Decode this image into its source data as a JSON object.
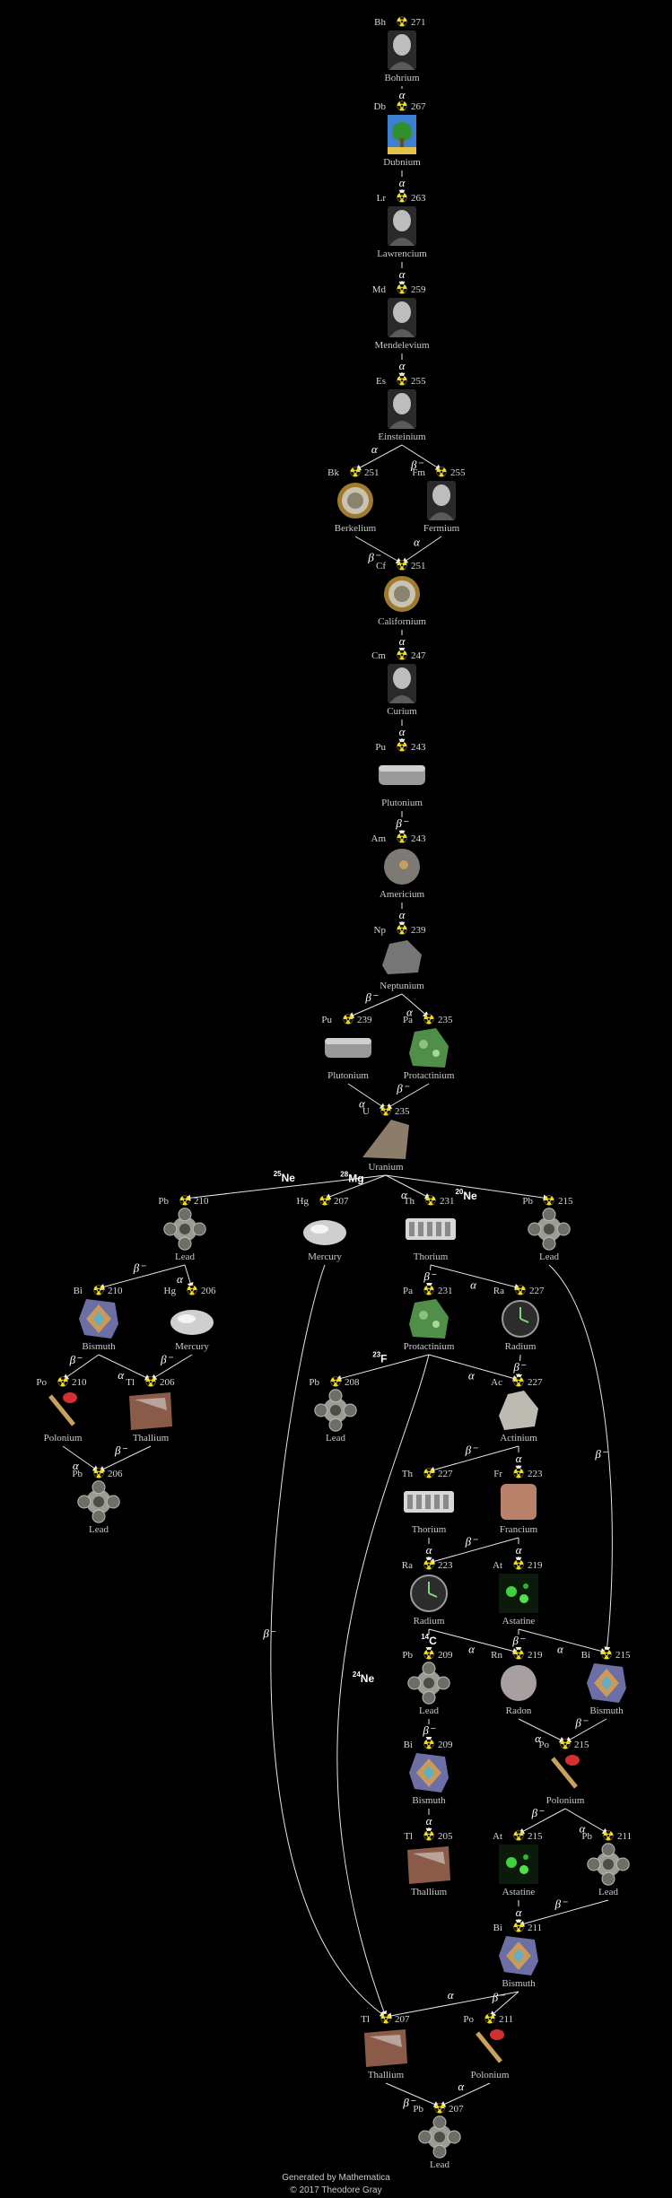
{
  "nodes": [
    {
      "id": "bh271",
      "sym": "Bh",
      "mass": "271",
      "name": "Bohrium",
      "img": "portrait"
    },
    {
      "id": "db267",
      "sym": "Db",
      "mass": "267",
      "name": "Dubnium",
      "img": "crest"
    },
    {
      "id": "lr263",
      "sym": "Lr",
      "mass": "263",
      "name": "Lawrencium",
      "img": "portrait"
    },
    {
      "id": "md259",
      "sym": "Md",
      "mass": "259",
      "name": "Mendelevium",
      "img": "portrait"
    },
    {
      "id": "es255",
      "sym": "Es",
      "mass": "255",
      "name": "Einsteinium",
      "img": "portrait"
    },
    {
      "id": "bk251",
      "sym": "Bk",
      "mass": "251",
      "name": "Berkelium",
      "img": "coin"
    },
    {
      "id": "fm255",
      "sym": "Fm",
      "mass": "255",
      "name": "Fermium",
      "img": "portrait"
    },
    {
      "id": "cf251",
      "sym": "Cf",
      "mass": "251",
      "name": "Californium",
      "img": "coin"
    },
    {
      "id": "cm247",
      "sym": "Cm",
      "mass": "247",
      "name": "Curium",
      "img": "portrait"
    },
    {
      "id": "pu243",
      "sym": "Pu",
      "mass": "243",
      "name": "Plutonium",
      "img": "cylinder"
    },
    {
      "id": "am243",
      "sym": "Am",
      "mass": "243",
      "name": "Americium",
      "img": "disc"
    },
    {
      "id": "np239",
      "sym": "Np",
      "mass": "239",
      "name": "Neptunium",
      "img": "rock"
    },
    {
      "id": "pu239",
      "sym": "Pu",
      "mass": "239",
      "name": "Plutonium",
      "img": "cylinder"
    },
    {
      "id": "pa235",
      "sym": "Pa",
      "mass": "235",
      "name": "Protactinium",
      "img": "green"
    },
    {
      "id": "u235",
      "sym": "U",
      "mass": "235",
      "name": "Uranium",
      "img": "wedge"
    },
    {
      "id": "pb210",
      "sym": "Pb",
      "mass": "210",
      "name": "Lead",
      "img": "lead"
    },
    {
      "id": "hg207",
      "sym": "Hg",
      "mass": "207",
      "name": "Mercury",
      "img": "mercury"
    },
    {
      "id": "th231",
      "sym": "Th",
      "mass": "231",
      "name": "Thorium",
      "img": "thorium"
    },
    {
      "id": "pb215",
      "sym": "Pb",
      "mass": "215",
      "name": "Lead",
      "img": "lead"
    },
    {
      "id": "bi210",
      "sym": "Bi",
      "mass": "210",
      "name": "Bismuth",
      "img": "bismuth"
    },
    {
      "id": "hg206",
      "sym": "Hg",
      "mass": "206",
      "name": "Mercury",
      "img": "mercury"
    },
    {
      "id": "pa231",
      "sym": "Pa",
      "mass": "231",
      "name": "Protactinium",
      "img": "green"
    },
    {
      "id": "ra227",
      "sym": "Ra",
      "mass": "227",
      "name": "Radium",
      "img": "watch"
    },
    {
      "id": "po210",
      "sym": "Po",
      "mass": "210",
      "name": "Polonium",
      "img": "brush"
    },
    {
      "id": "tl206",
      "sym": "Tl",
      "mass": "206",
      "name": "Thallium",
      "img": "slab"
    },
    {
      "id": "pb208",
      "sym": "Pb",
      "mass": "208",
      "name": "Lead",
      "img": "lead"
    },
    {
      "id": "ac227",
      "sym": "Ac",
      "mass": "227",
      "name": "Actinium",
      "img": "crystal"
    },
    {
      "id": "pb206",
      "sym": "Pb",
      "mass": "206",
      "name": "Lead",
      "img": "lead"
    },
    {
      "id": "th227",
      "sym": "Th",
      "mass": "227",
      "name": "Thorium",
      "img": "thorium"
    },
    {
      "id": "fr223",
      "sym": "Fr",
      "mass": "223",
      "name": "Francium",
      "img": "francium"
    },
    {
      "id": "ra223",
      "sym": "Ra",
      "mass": "223",
      "name": "Radium",
      "img": "watch"
    },
    {
      "id": "at219",
      "sym": "At",
      "mass": "219",
      "name": "Astatine",
      "img": "astatine"
    },
    {
      "id": "pb209",
      "sym": "Pb",
      "mass": "209",
      "name": "Lead",
      "img": "lead"
    },
    {
      "id": "rn219",
      "sym": "Rn",
      "mass": "219",
      "name": "Radon",
      "img": "radon"
    },
    {
      "id": "bi215",
      "sym": "Bi",
      "mass": "215",
      "name": "Bismuth",
      "img": "bismuth"
    },
    {
      "id": "bi209",
      "sym": "Bi",
      "mass": "209",
      "name": "Bismuth",
      "img": "bismuth"
    },
    {
      "id": "po215",
      "sym": "Po",
      "mass": "215",
      "name": "Polonium",
      "img": "brush"
    },
    {
      "id": "tl205",
      "sym": "Tl",
      "mass": "205",
      "name": "Thallium",
      "img": "slab"
    },
    {
      "id": "at215",
      "sym": "At",
      "mass": "215",
      "name": "Astatine",
      "img": "astatine"
    },
    {
      "id": "pb211",
      "sym": "Pb",
      "mass": "211",
      "name": "Lead",
      "img": "lead"
    },
    {
      "id": "bi211",
      "sym": "Bi",
      "mass": "211",
      "name": "Bismuth",
      "img": "bismuth"
    },
    {
      "id": "tl207",
      "sym": "Tl",
      "mass": "207",
      "name": "Thallium",
      "img": "slab"
    },
    {
      "id": "po211",
      "sym": "Po",
      "mass": "211",
      "name": "Polonium",
      "img": "brush"
    },
    {
      "id": "pb207",
      "sym": "Pb",
      "mass": "207",
      "name": "Lead",
      "img": "lead"
    }
  ],
  "edges": [
    {
      "from": "bh271",
      "to": "db267",
      "label": "α"
    },
    {
      "from": "db267",
      "to": "lr263",
      "label": "α"
    },
    {
      "from": "lr263",
      "to": "md259",
      "label": "α"
    },
    {
      "from": "md259",
      "to": "es255",
      "label": "α"
    },
    {
      "from": "es255",
      "to": "bk251",
      "label": "α"
    },
    {
      "from": "es255",
      "to": "fm255",
      "label": "β⁻"
    },
    {
      "from": "bk251",
      "to": "cf251",
      "label": "β⁻"
    },
    {
      "from": "fm255",
      "to": "cf251",
      "label": "α"
    },
    {
      "from": "cf251",
      "to": "cm247",
      "label": "α"
    },
    {
      "from": "cm247",
      "to": "pu243",
      "label": "α"
    },
    {
      "from": "pu243",
      "to": "am243",
      "label": "β⁻"
    },
    {
      "from": "am243",
      "to": "np239",
      "label": "α"
    },
    {
      "from": "np239",
      "to": "pu239",
      "label": "β⁻"
    },
    {
      "from": "np239",
      "to": "pa235",
      "label": "α"
    },
    {
      "from": "pu239",
      "to": "u235",
      "label": "α"
    },
    {
      "from": "pa235",
      "to": "u235",
      "label": "β⁻"
    },
    {
      "from": "u235",
      "to": "pb210",
      "label": "25Ne"
    },
    {
      "from": "u235",
      "to": "hg207",
      "label": "28Mg"
    },
    {
      "from": "u235",
      "to": "th231",
      "label": "α"
    },
    {
      "from": "u235",
      "to": "pb215",
      "label": "20Ne"
    },
    {
      "from": "pb210",
      "to": "bi210",
      "label": "β⁻"
    },
    {
      "from": "pb210",
      "to": "hg206",
      "label": "α"
    },
    {
      "from": "th231",
      "to": "pa231",
      "label": "β⁻"
    },
    {
      "from": "th231",
      "to": "ra227",
      "label": "α"
    },
    {
      "from": "bi210",
      "to": "po210",
      "label": "β⁻"
    },
    {
      "from": "bi210",
      "to": "tl206",
      "label": "α"
    },
    {
      "from": "hg206",
      "to": "tl206",
      "label": "β⁻"
    },
    {
      "from": "pa231",
      "to": "pb208",
      "label": "23F"
    },
    {
      "from": "pa231",
      "to": "ac227",
      "label": "α"
    },
    {
      "from": "ra227",
      "to": "ac227",
      "label": "β⁻"
    },
    {
      "from": "po210",
      "to": "pb206",
      "label": "α"
    },
    {
      "from": "tl206",
      "to": "pb206",
      "label": "β⁻"
    },
    {
      "from": "ac227",
      "to": "th227",
      "label": "β⁻"
    },
    {
      "from": "ac227",
      "to": "fr223",
      "label": "α"
    },
    {
      "from": "th227",
      "to": "ra223",
      "label": "α"
    },
    {
      "from": "fr223",
      "to": "ra223",
      "label": "β⁻"
    },
    {
      "from": "fr223",
      "to": "at219",
      "label": "α"
    },
    {
      "from": "ra223",
      "to": "pb209",
      "label": "14C"
    },
    {
      "from": "ra223",
      "to": "rn219",
      "label": "α"
    },
    {
      "from": "at219",
      "to": "rn219",
      "label": "β⁻"
    },
    {
      "from": "at219",
      "to": "bi215",
      "label": "α"
    },
    {
      "from": "pb215",
      "to": "bi215",
      "label": "β⁻"
    },
    {
      "from": "pb209",
      "to": "bi209",
      "label": "β⁻"
    },
    {
      "from": "rn219",
      "to": "po215",
      "label": "α"
    },
    {
      "from": "bi215",
      "to": "po215",
      "label": "β⁻"
    },
    {
      "from": "bi209",
      "to": "tl205",
      "label": "α"
    },
    {
      "from": "po215",
      "to": "at215",
      "label": "β⁻"
    },
    {
      "from": "po215",
      "to": "pb211",
      "label": "α"
    },
    {
      "from": "at215",
      "to": "bi211",
      "label": "α"
    },
    {
      "from": "pb211",
      "to": "bi211",
      "label": "β⁻"
    },
    {
      "from": "bi211",
      "to": "tl207",
      "label": "α"
    },
    {
      "from": "bi211",
      "to": "po211",
      "label": "β⁻"
    },
    {
      "from": "tl207",
      "to": "pb207",
      "label": "β⁻"
    },
    {
      "from": "po211",
      "to": "pb207",
      "label": "α"
    },
    {
      "from": "hg207",
      "to": "tl207",
      "label": "β⁻"
    },
    {
      "from": "pa231",
      "to": "tl207",
      "label": "24Ne"
    }
  ],
  "footer": {
    "line1": "Generated by Mathematica",
    "line2": "© 2017 Theodore Gray"
  },
  "colors": {
    "background": "#000000",
    "edge": "#e6e6e6",
    "radioactive_symbol": "#f0dc1e",
    "text": "#cfcfcf"
  }
}
